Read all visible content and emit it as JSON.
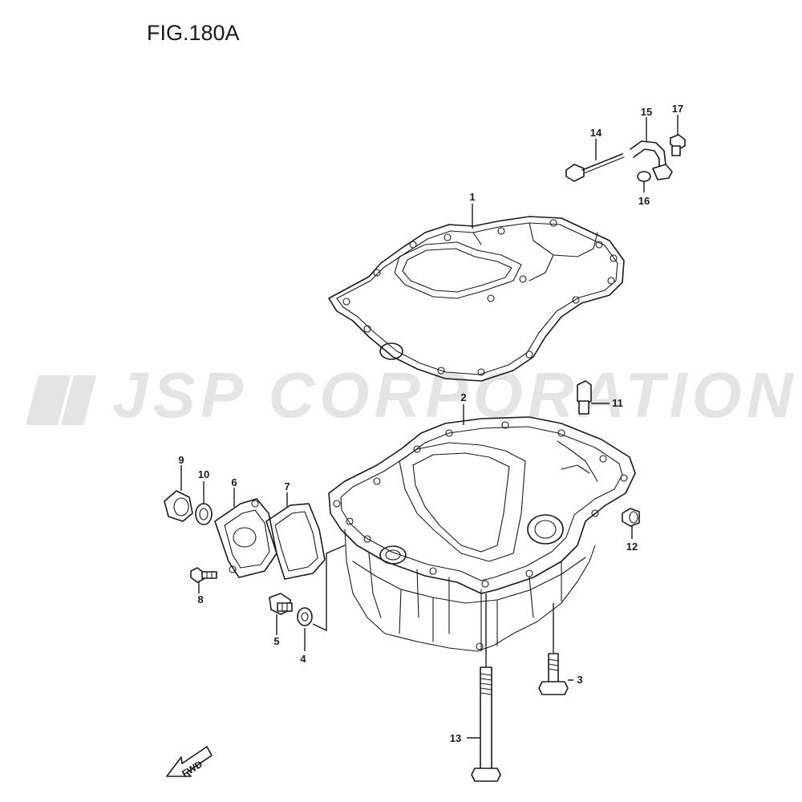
{
  "figure": {
    "title": "FIG.180A"
  },
  "watermark": {
    "text": "JSP CORPORATION"
  },
  "fwd_indicator": {
    "label": "FWD"
  },
  "callouts": [
    "1",
    "2",
    "3",
    "4",
    "5",
    "6",
    "7",
    "8",
    "9",
    "10",
    "11",
    "12",
    "13",
    "14",
    "15",
    "16",
    "17"
  ],
  "colors": {
    "line": "#1a1a1a",
    "background": "#ffffff",
    "watermark": "#e4e4e4"
  }
}
